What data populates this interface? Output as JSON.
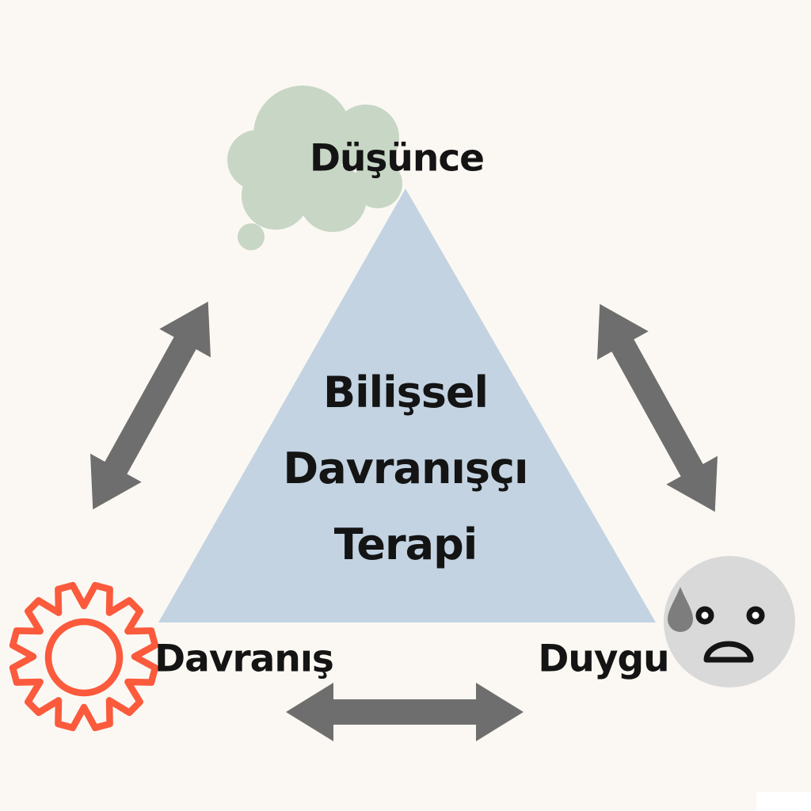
{
  "diagram": {
    "type": "cbt-triangle",
    "title": "Bilişsel\nDavranışçı\nTerapi",
    "nodes": [
      {
        "id": "thought",
        "label": "Düşünce",
        "position": "top",
        "icon": "thought-cloud-icon"
      },
      {
        "id": "behavior",
        "label": "Davranış",
        "position": "bottom-left",
        "icon": "gear-icon"
      },
      {
        "id": "emotion",
        "label": "Duygu",
        "position": "bottom-right",
        "icon": "sad-face-icon"
      }
    ],
    "connections": [
      {
        "from": "thought",
        "to": "behavior",
        "style": "double-headed-arrow"
      },
      {
        "from": "thought",
        "to": "emotion",
        "style": "double-headed-arrow"
      },
      {
        "from": "behavior",
        "to": "emotion",
        "style": "double-headed-arrow"
      }
    ]
  },
  "colors": {
    "bg": "#fbf8f3",
    "ink": "#141414",
    "triangle": "#c3d3e2",
    "cloud": "#c7d6c5",
    "arrow": "#6e6e6e",
    "gear": "#fb5a3c",
    "face": "#d9d9d9",
    "drop": "#7d7d7d",
    "patch": "#ffffff"
  }
}
